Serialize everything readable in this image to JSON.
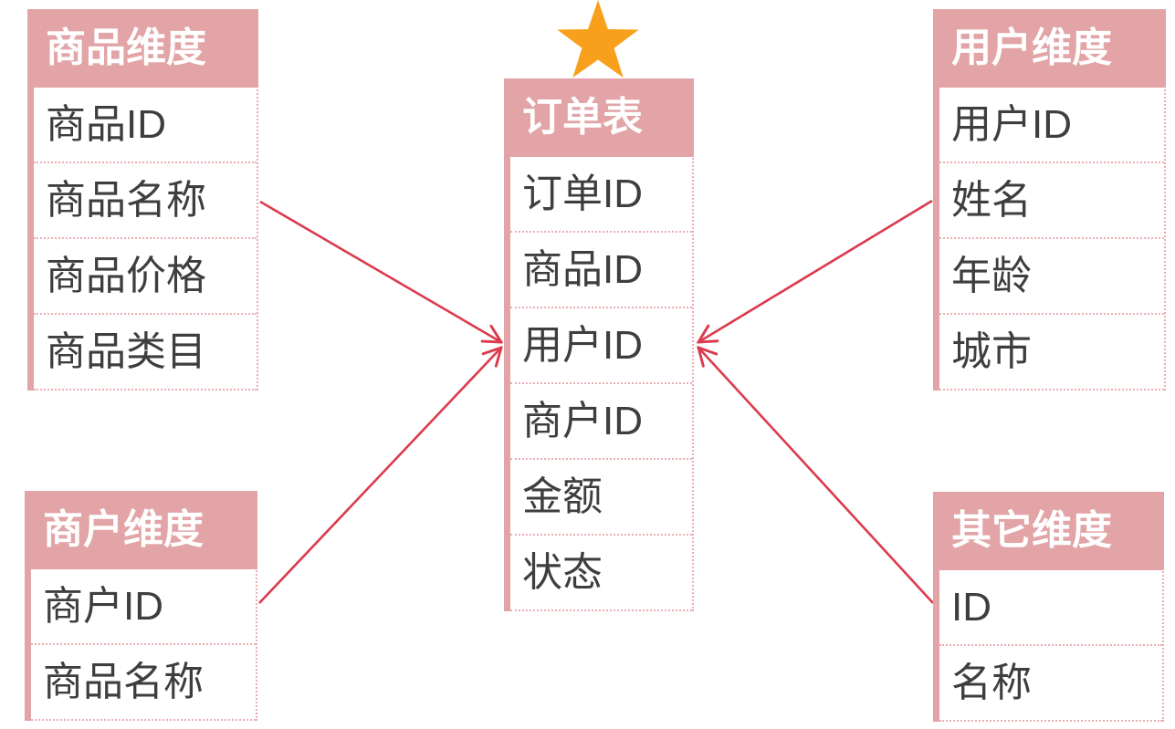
{
  "diagram_title": "order-fact-star-schema",
  "tables": {
    "orders": {
      "title": "订单表",
      "fields": [
        "订单ID",
        "商品ID",
        "用户ID",
        "商户ID",
        "金额",
        "状态"
      ],
      "role": "fact-table",
      "marked_with": "star-icon"
    },
    "product": {
      "title": "商品维度",
      "fields": [
        "商品ID",
        "商品名称",
        "商品价格",
        "商品类目"
      ],
      "role": "dimension-table"
    },
    "merchant": {
      "title": "商户维度",
      "fields": [
        "商户ID",
        "商品名称"
      ],
      "role": "dimension-table"
    },
    "user": {
      "title": "用户维度",
      "fields": [
        "用户ID",
        "姓名",
        "年龄",
        "城市"
      ],
      "role": "dimension-table"
    },
    "other": {
      "title": "其它维度",
      "fields": [
        "ID",
        "名称"
      ],
      "role": "dimension-table"
    }
  },
  "connections": [
    {
      "from": "商品维度",
      "to": "订单表"
    },
    {
      "from": "商户维度",
      "to": "订单表"
    },
    {
      "from": "用户维度",
      "to": "订单表"
    },
    {
      "from": "其它维度",
      "to": "订单表"
    }
  ],
  "icons": {
    "star": "star-icon"
  },
  "colors": {
    "header_bg": "#E2A4A6",
    "header_text": "#FFFFFF",
    "row_text": "#3E3E3E",
    "dotted_line": "#EBAEB3",
    "arrow": "#DC3B4E",
    "star": "#F8A01B",
    "background": "#FFFFFF"
  }
}
